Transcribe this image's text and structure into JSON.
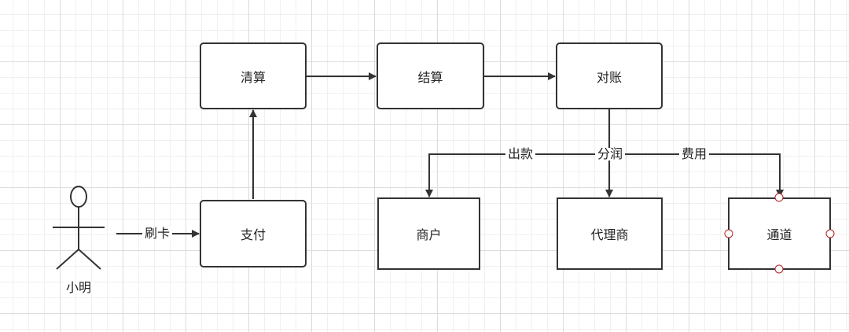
{
  "nodes": {
    "qingsuan": "清算",
    "jiesuan": "结算",
    "duizhang": "对账",
    "zhifu": "支付",
    "shanghu": "商户",
    "dailishang": "代理商",
    "tongdao": "通道"
  },
  "actor": {
    "name": "小明"
  },
  "edges": {
    "shuaka": "刷卡",
    "chukuan": "出款",
    "fenrun": "分润",
    "feiyong": "费用"
  },
  "colors": {
    "stroke": "#333333",
    "selection_handle": "#b22222",
    "grid_major": "#dcdcdc",
    "grid_minor": "#f0f0f0"
  }
}
